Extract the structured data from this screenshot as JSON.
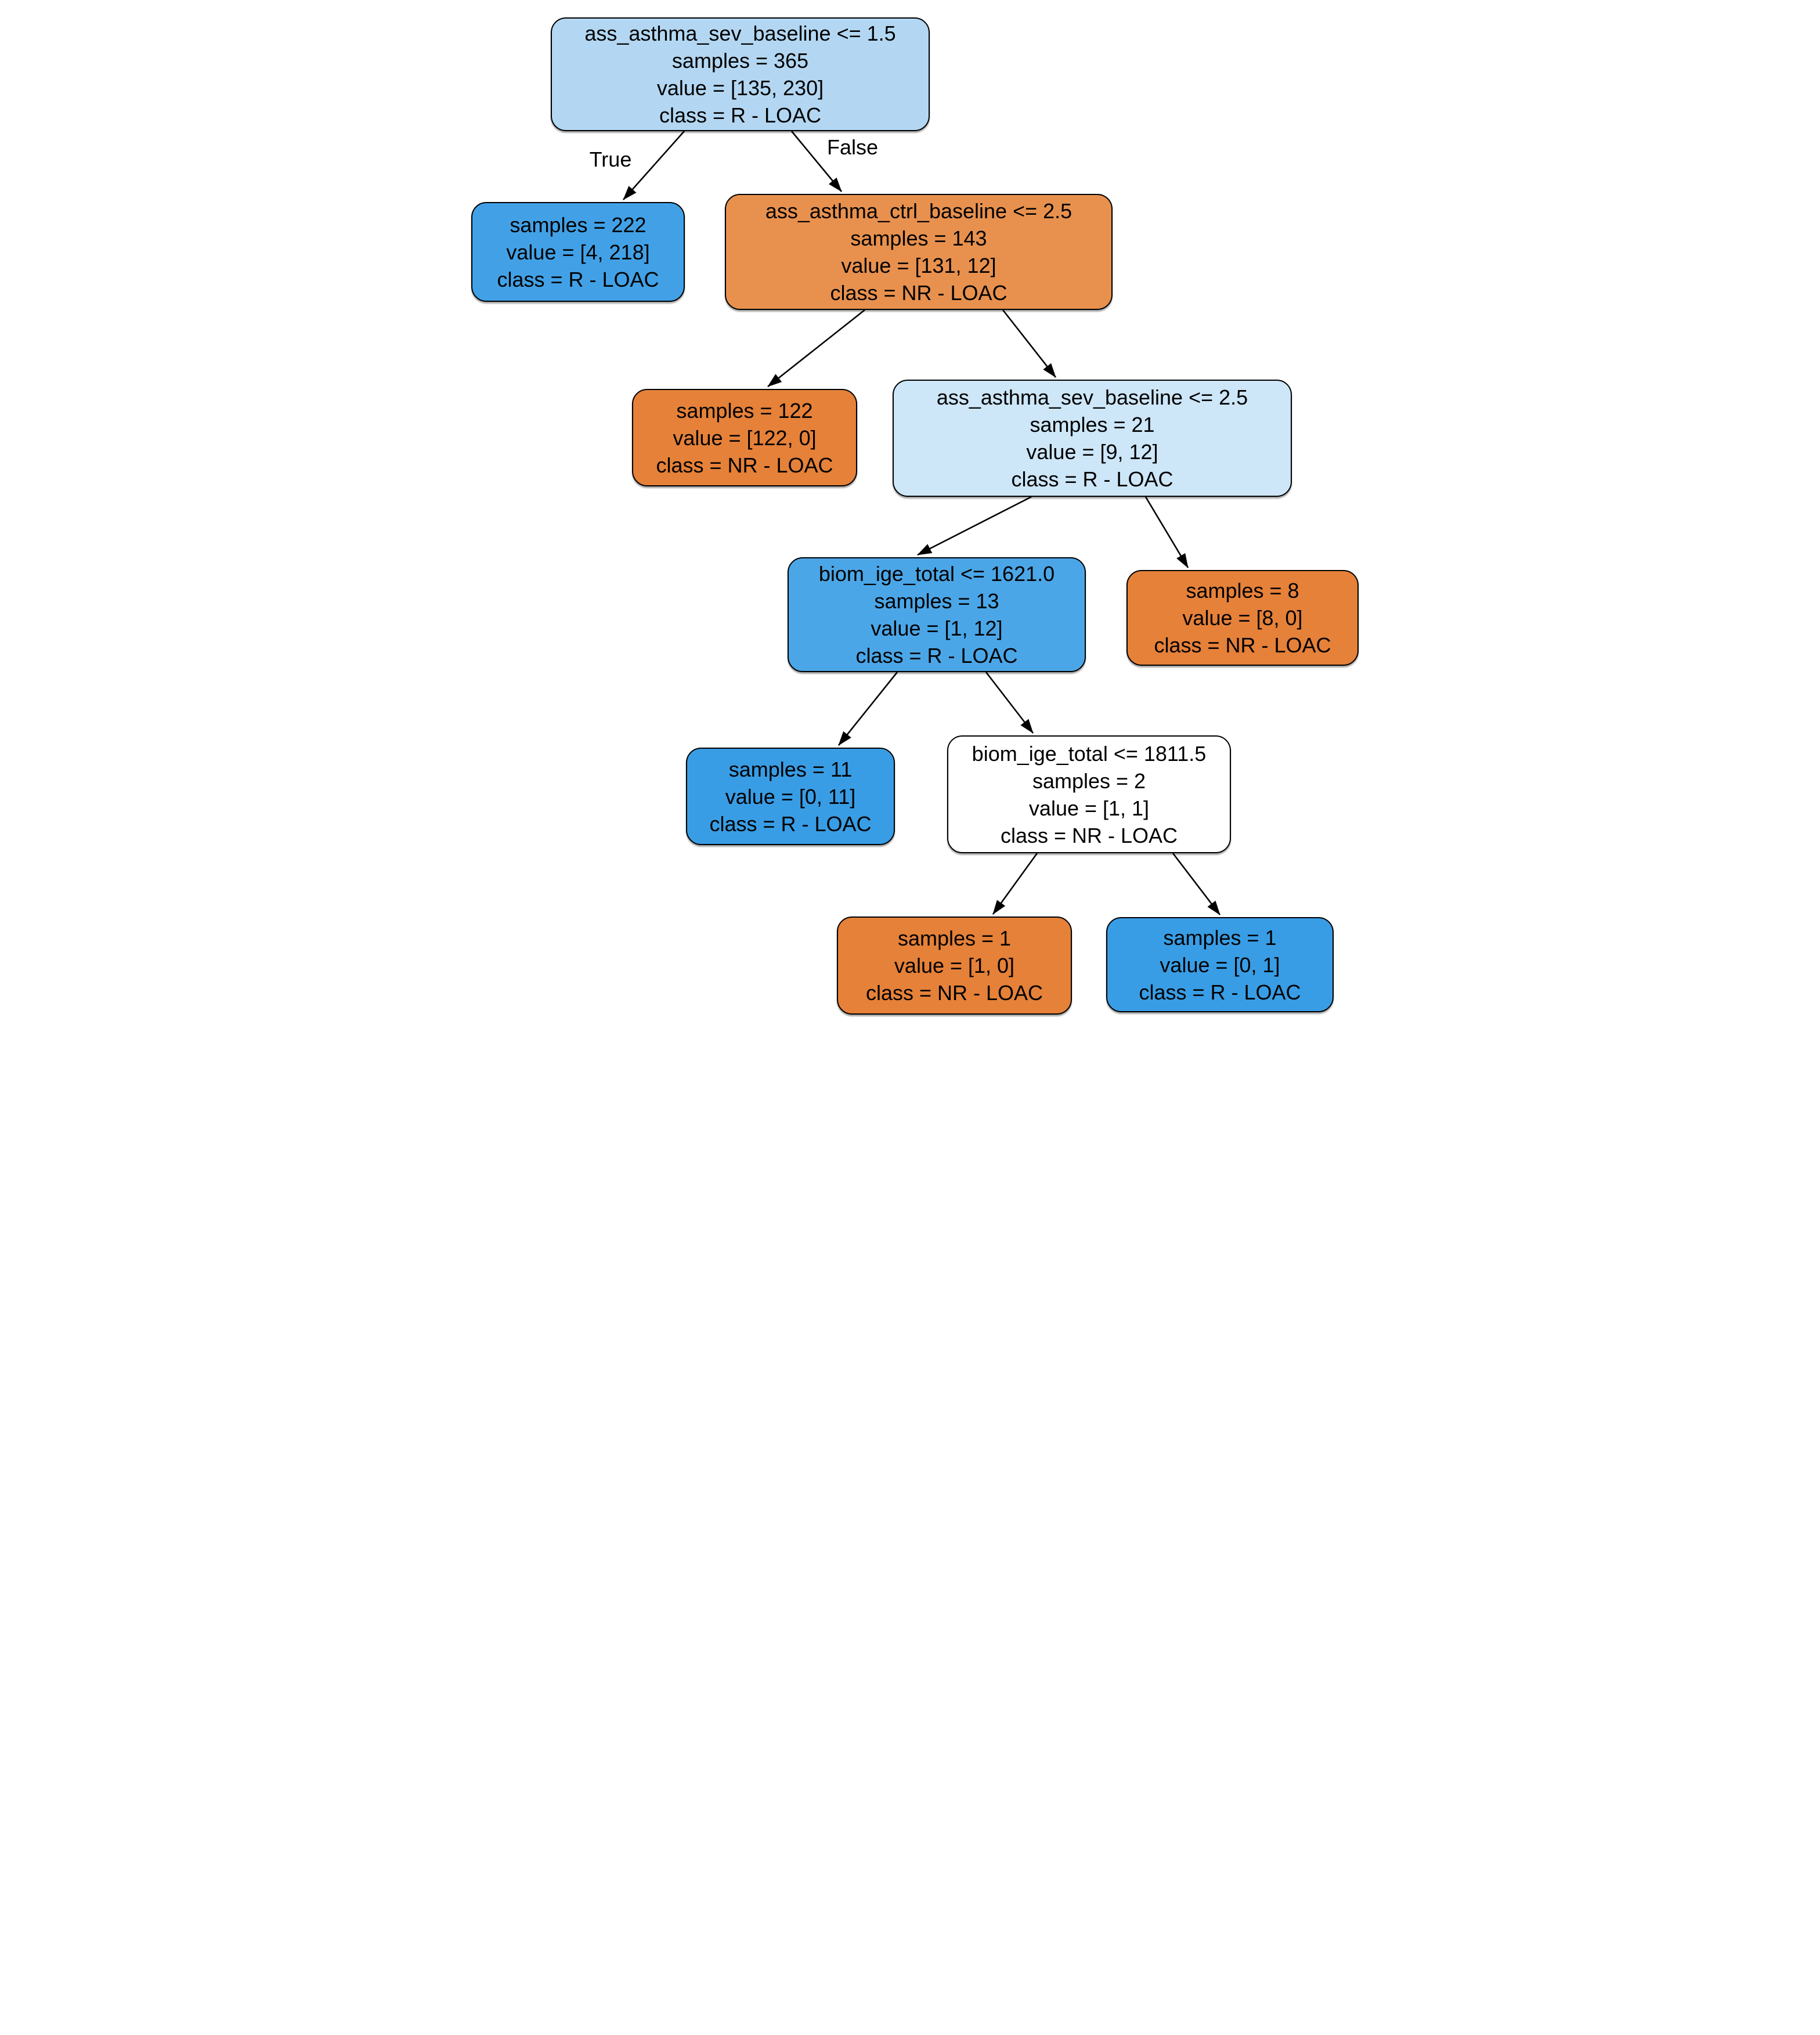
{
  "tree": {
    "description": "decision-tree",
    "classes": [
      "NR - LOAC",
      "R - LOAC"
    ],
    "edge_labels": {
      "left": "True",
      "right": "False"
    },
    "colors": {
      "blue_pure": "#399de5",
      "blue_strong": "#42a1e6",
      "blue_medium": "#4ba6e7",
      "blue_light": "#b3d7f2",
      "blue_lighter": "#cde6f8",
      "orange_pure": "#e58139",
      "orange_light": "#e8914e",
      "white": "#ffffff",
      "edge_stroke": "#000000"
    },
    "nodes": {
      "root": {
        "condition": "ass_asthma_sev_baseline <= 1.5",
        "samples": "samples = 365",
        "value": "value = [135, 230]",
        "class_label": "class = R - LOAC",
        "fill": "#b3d7f2"
      },
      "l2_leaf": {
        "samples": "samples = 222",
        "value": "value = [4, 218]",
        "class_label": "class = R - LOAC",
        "fill": "#42a1e6"
      },
      "l2_split": {
        "condition": "ass_asthma_ctrl_baseline <= 2.5",
        "samples": "samples = 143",
        "value": "value = [131, 12]",
        "class_label": "class = NR - LOAC",
        "fill": "#e8914e"
      },
      "l3_leaf": {
        "samples": "samples = 122",
        "value": "value = [122, 0]",
        "class_label": "class = NR - LOAC",
        "fill": "#e58139"
      },
      "l3_split": {
        "condition": "ass_asthma_sev_baseline <= 2.5",
        "samples": "samples = 21",
        "value": "value = [9, 12]",
        "class_label": "class = R - LOAC",
        "fill": "#cde6f8"
      },
      "l4_split": {
        "condition": "biom_ige_total <= 1621.0",
        "samples": "samples = 13",
        "value": "value = [1, 12]",
        "class_label": "class = R - LOAC",
        "fill": "#4ba6e7"
      },
      "l4_leaf": {
        "samples": "samples = 8",
        "value": "value = [8, 0]",
        "class_label": "class = NR - LOAC",
        "fill": "#e58139"
      },
      "l5_leaf": {
        "samples": "samples = 11",
        "value": "value = [0, 11]",
        "class_label": "class = R - LOAC",
        "fill": "#399de5"
      },
      "l5_split": {
        "condition": "biom_ige_total <= 1811.5",
        "samples": "samples = 2",
        "value": "value = [1, 1]",
        "class_label": "class = NR - LOAC",
        "fill": "#ffffff"
      },
      "l6_leaf_left": {
        "samples": "samples = 1",
        "value": "value = [1, 0]",
        "class_label": "class = NR - LOAC",
        "fill": "#e58139"
      },
      "l6_leaf_right": {
        "samples": "samples = 1",
        "value": "value = [0, 1]",
        "class_label": "class = R - LOAC",
        "fill": "#399de5"
      }
    }
  }
}
